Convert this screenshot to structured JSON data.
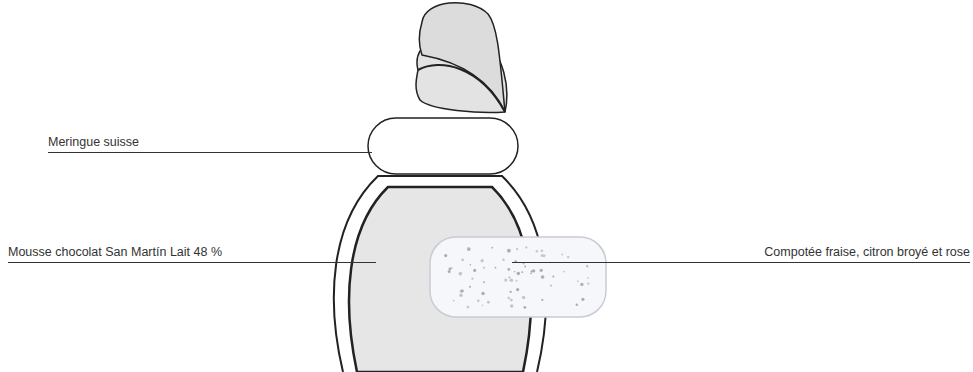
{
  "diagram": {
    "labels": [
      "Meringue suisse",
      "Mousse chocolat San Martín Lait 48 %",
      "Compotée fraise, citron broyé et rose"
    ]
  }
}
